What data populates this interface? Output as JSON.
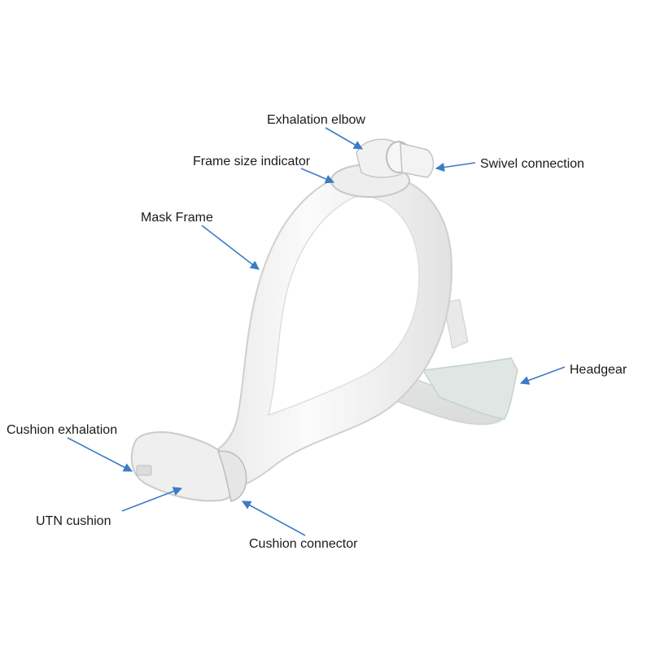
{
  "labels": {
    "exhalation_elbow": "Exhalation elbow",
    "frame_size_indicator": "Frame size indicator",
    "swivel_connection": "Swivel connection",
    "mask_frame": "Mask Frame",
    "headgear": "Headgear",
    "cushion_exhalation": "Cushion exhalation",
    "utn_cushion": "UTN cushion",
    "cushion_connector": "Cushion connector"
  },
  "colors": {
    "leader_arrow": "#3a7cc7",
    "frame": "#f4f4f4",
    "frame_edge": "#d2d2d2",
    "headgear_strap": "#e4e6e6",
    "headgear_edge": "#c9d6d2"
  }
}
